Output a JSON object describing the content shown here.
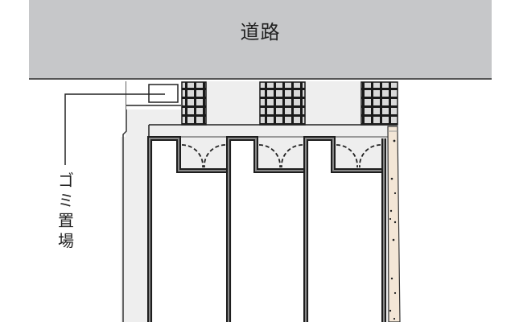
{
  "road": {
    "label": "道路",
    "color": "#c6c7c9"
  },
  "garbage_area": {
    "label_chars": [
      "ゴ",
      "ミ",
      "置",
      "場"
    ],
    "label": "ゴミ置場"
  },
  "site": {
    "walkway_color": "#eeeeee",
    "wall_color": "#1e1e1e",
    "wall_inner_color": "#888888",
    "planting_strip_color": "#f3e6d6",
    "unit_count": 3,
    "tile_patch_count": 3
  }
}
